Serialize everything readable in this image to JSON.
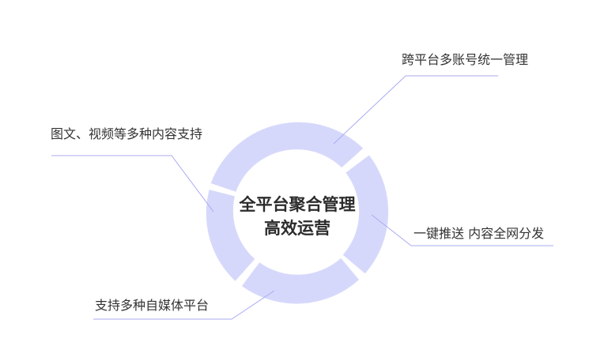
{
  "center": {
    "line1": "全平台聚合管理",
    "line2": "高效运营"
  },
  "callouts": [
    {
      "id": "top-right",
      "label": "跨平台多账号统一管理"
    },
    {
      "id": "top-left",
      "label": "图文、视频等多种内容支持"
    },
    {
      "id": "right",
      "label": "一键推送 内容全网分发"
    },
    {
      "id": "bottom-left",
      "label": "支持多种自媒体平台"
    }
  ],
  "colors": {
    "ring": "#d6d8fb",
    "connector": "#a9abf2",
    "text": "#333333"
  }
}
